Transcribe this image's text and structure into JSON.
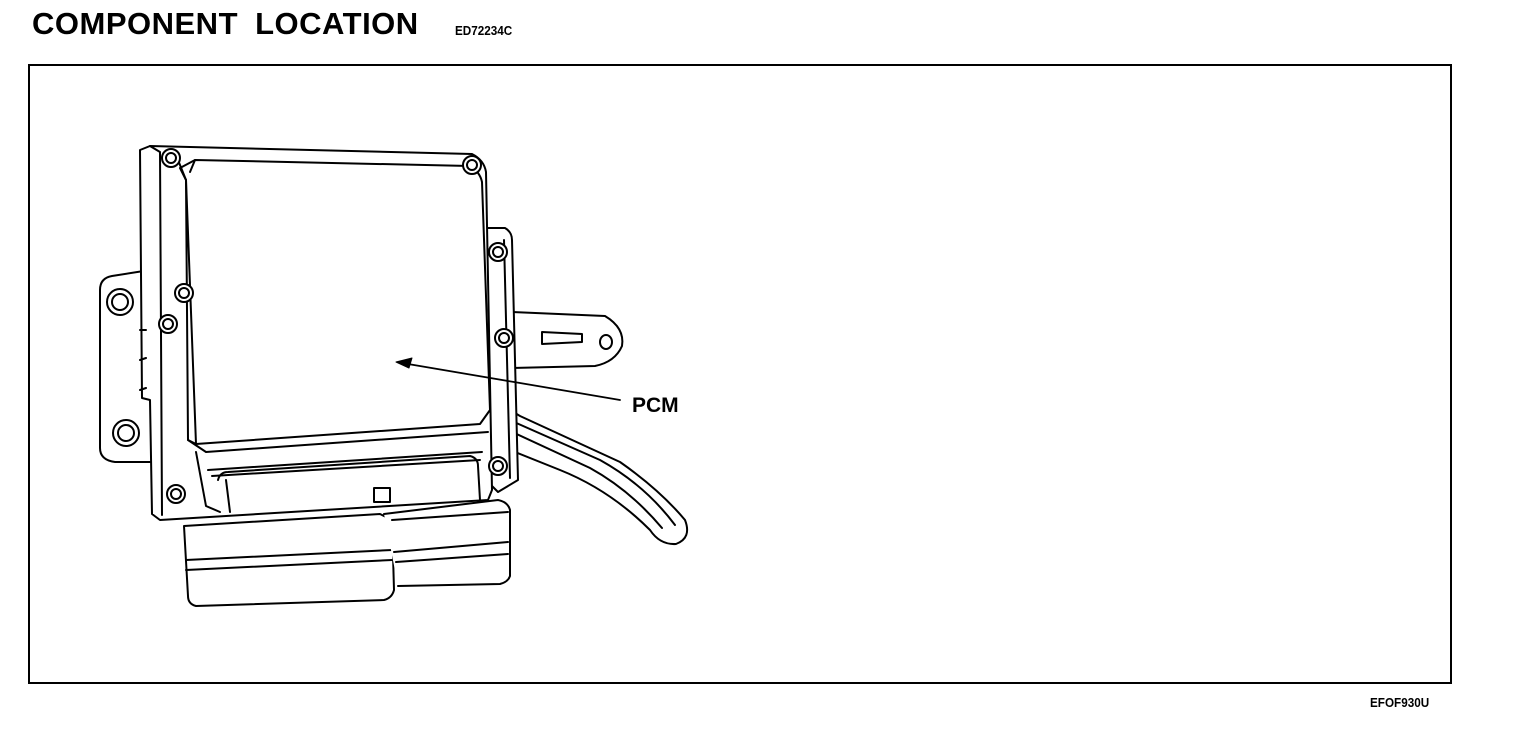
{
  "header": {
    "title": "COMPONENT LOCATION",
    "code": "ED72234C"
  },
  "figure": {
    "code": "EFOF930U",
    "callouts": [
      {
        "label": "PCM"
      }
    ]
  },
  "colors": {
    "ink": "#000000",
    "paper": "#ffffff"
  }
}
